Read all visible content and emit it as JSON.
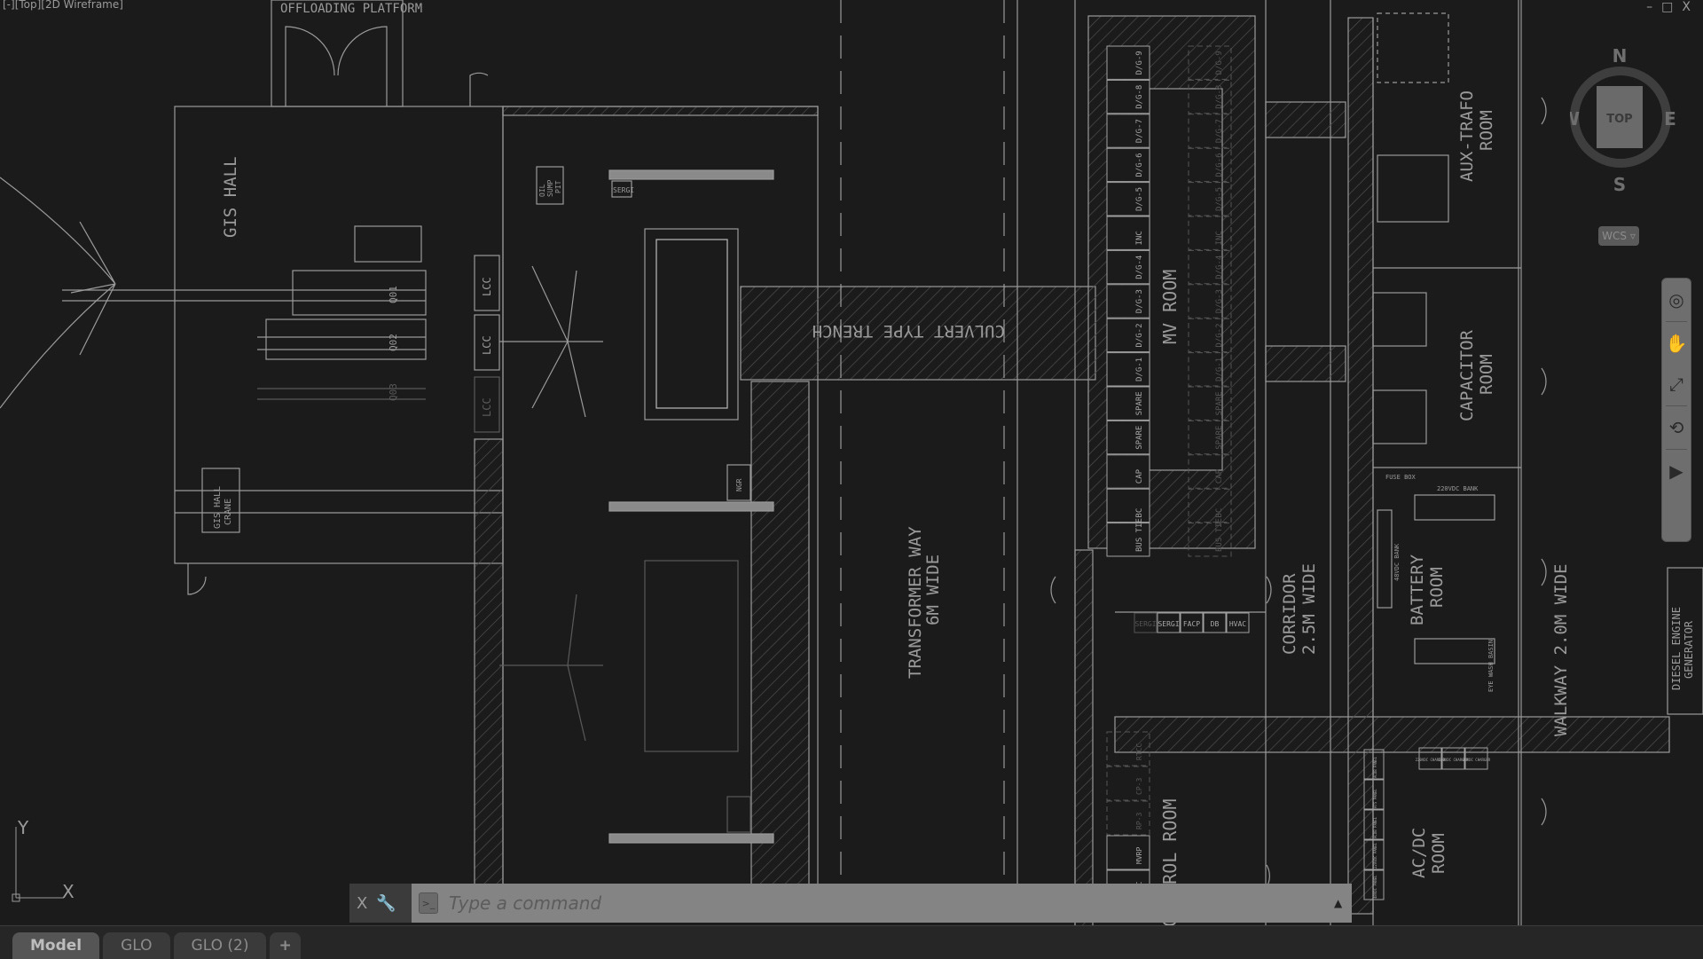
{
  "viewport": {
    "label": "[-][Top][2D Wireframe]"
  },
  "window_controls": {
    "minimize": "–",
    "restore": "□",
    "close": "X"
  },
  "viewcube": {
    "north": "N",
    "south": "S",
    "east": "E",
    "west": "W",
    "face": "TOP",
    "wcs": "WCS ▿"
  },
  "ucs": {
    "x": "X",
    "y": "Y"
  },
  "drawing": {
    "offloading": "OFFLOADING PLATFORM",
    "gis_hall": "GIS HALL",
    "gis_crane": [
      "GIS HALL",
      "CRANE"
    ],
    "bays": [
      "Q01",
      "Q02",
      "Q03"
    ],
    "lcc": [
      "LCC",
      "LCC",
      "LCC"
    ],
    "oil_sump": [
      "OIL",
      "SUMP",
      "PIT"
    ],
    "sergi": "SERGI",
    "ngr": "NGR",
    "culvert": "CULVERT TYPE TRENCH",
    "transformer_way": [
      "TRANSFORMER WAY",
      "6M WIDE"
    ],
    "mv_room": "MV ROOM",
    "mv_panels": [
      "D/G-9",
      "D/G-8",
      "D/G-7",
      "D/G-6",
      "D/G-5",
      "INC",
      "D/G-4",
      "D/G-3",
      "D/G-2",
      "D/G-1",
      "SPARE",
      "SPARE",
      "CAP",
      "BC",
      "BUS TIE"
    ],
    "aux_panels": [
      "SERGI",
      "SERGI",
      "FACP",
      "DB",
      "HVAC"
    ],
    "control_room": "CONTROL ROOM",
    "control_panels": [
      "RTCC",
      "CP-3",
      "RP-3",
      "MVRP",
      "RTCC"
    ],
    "corridor": [
      "CORRIDOR",
      "2.5M WIDE"
    ],
    "aux_trafo": [
      "AUX-TRAFO",
      "ROOM"
    ],
    "capacitor": [
      "CAPACITOR",
      "ROOM"
    ],
    "battery": [
      "BATTERY",
      "ROOM"
    ],
    "fuse_box": "FUSE BOX",
    "bank_220": "220VDC BANK",
    "bank_48": "48VDC BANK",
    "eye_wash": "EYE WASH BASIN",
    "walkway": "WALKWAY 2.0M WIDE",
    "dg": [
      "DIESEL ENGINE",
      "GENERATOR"
    ],
    "acdc": [
      "AC/DC",
      "ROOM"
    ],
    "chargers": [
      "220VDC CHARGER",
      "220VDC CHARGER",
      "48VDC CHARGER"
    ],
    "acdc_panels": [
      "48VDC PANEL",
      "220VDC PANEL",
      "ACDB PANEL",
      "ATS PANEL",
      "ACDB PANEL"
    ]
  },
  "command": {
    "close": "X",
    "prompt": ">_",
    "placeholder": "Type a command"
  },
  "layout_tabs": [
    {
      "label": "Model",
      "active": true
    },
    {
      "label": "GLO",
      "active": false
    },
    {
      "label": "GLO (2)",
      "active": false
    }
  ],
  "add_tab": "+"
}
